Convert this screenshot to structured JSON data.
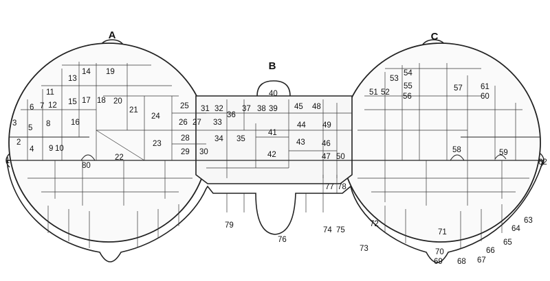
{
  "sections": [
    "A",
    "B",
    "C"
  ],
  "room_numbers": [
    "1",
    "2",
    "3",
    "4",
    "5",
    "6",
    "7",
    "8",
    "9",
    "10",
    "11",
    "12",
    "13",
    "14",
    "15",
    "16",
    "17",
    "18",
    "19",
    "20",
    "21",
    "22",
    "23",
    "24",
    "25",
    "26",
    "27",
    "28",
    "29",
    "30",
    "31",
    "32",
    "33",
    "34",
    "35",
    "36",
    "37",
    "38",
    "39",
    "40",
    "41",
    "42",
    "43",
    "44",
    "45",
    "46",
    "47",
    "48",
    "49",
    "50",
    "51",
    "52",
    "53",
    "54",
    "55",
    "56",
    "57",
    "58",
    "59",
    "60",
    "61",
    "62",
    "63",
    "64",
    "65",
    "66",
    "67",
    "68",
    "69",
    "70",
    "71",
    "72",
    "73",
    "74",
    "75",
    "76",
    "77",
    "78",
    "79",
    "80"
  ]
}
